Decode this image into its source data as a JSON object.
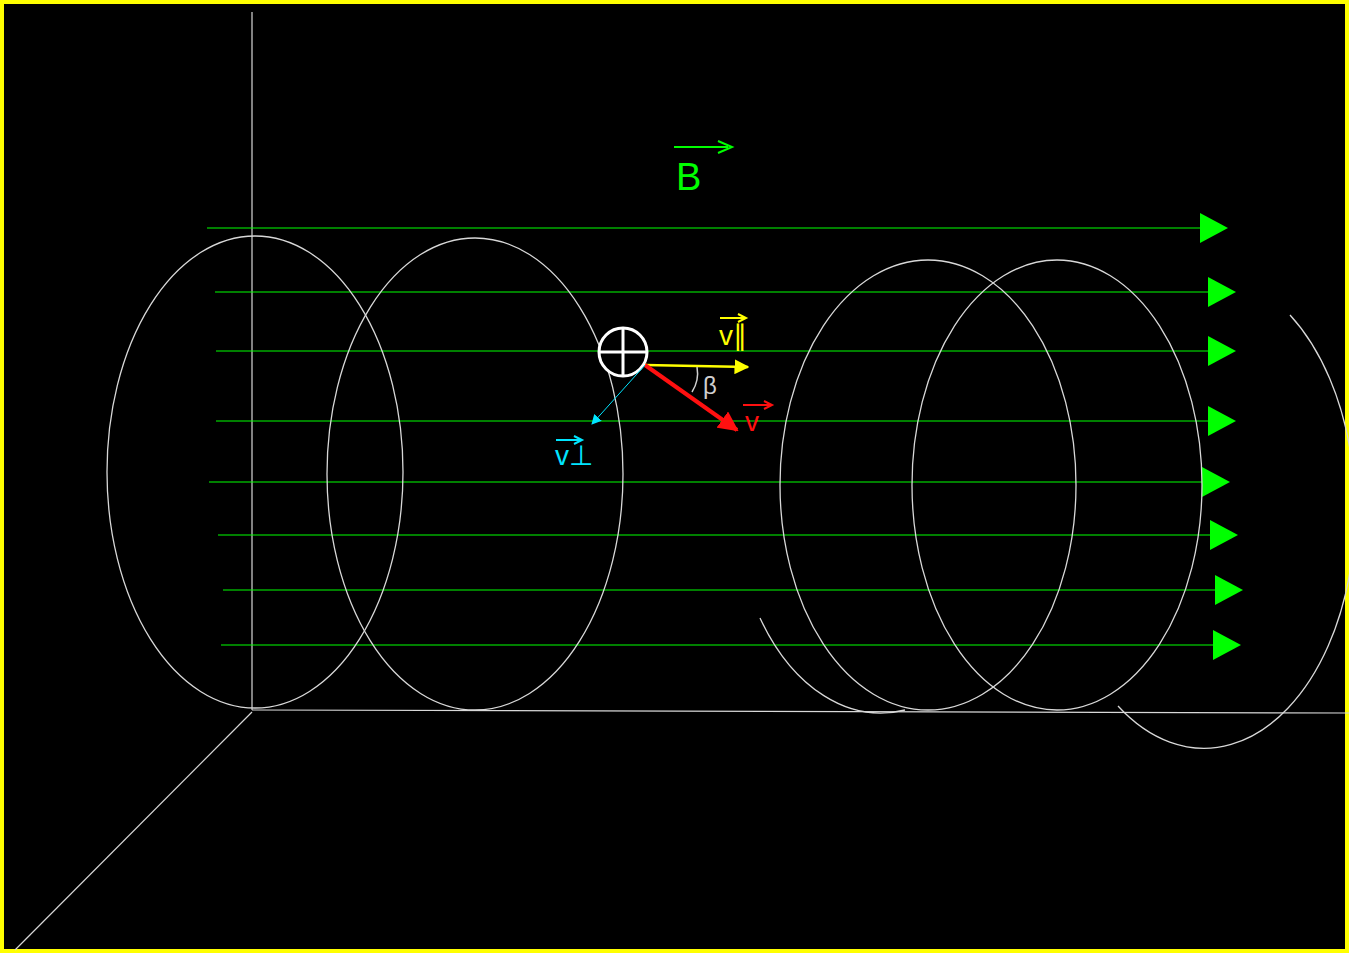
{
  "diagram": {
    "labels": [
      "B",
      "v∥",
      "β",
      "v",
      "v⊥"
    ]
  }
}
